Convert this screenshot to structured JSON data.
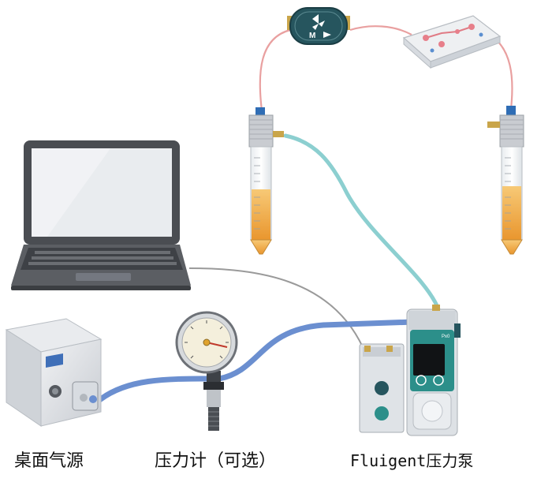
{
  "diagram": {
    "labels": {
      "gas_source": "桌面气源",
      "pressure_gauge": "压力计（可选）",
      "pump": "Fluigent压力泵"
    },
    "flow_sensor": {
      "letter": "M"
    },
    "pump_badge": "Px0"
  },
  "colors": {
    "tube_blue": "#6b8fd0",
    "tube_teal": "#8ccfd0",
    "tube_pink": "#e9a0a0",
    "cable_gray": "#9a9a9a",
    "pump_green": "#2c8f8a",
    "dark_teal": "#26555e",
    "liquid_orange": "#f2b54b"
  }
}
